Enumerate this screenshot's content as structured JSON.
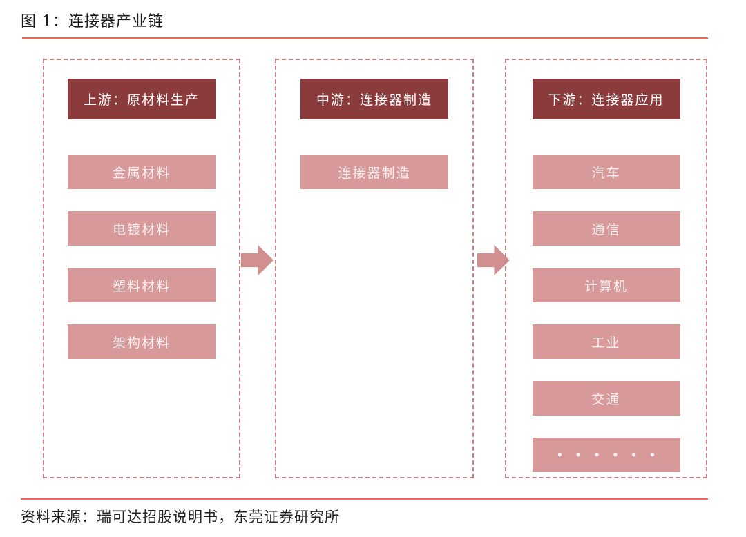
{
  "figure": {
    "title": "图 1：连接器产业链",
    "source": "资料来源：瑞可达招股说明书，东莞证券研究所"
  },
  "colors": {
    "accent-rule": "#EC6A55",
    "header-bg": "#8B3B3B",
    "item-bg": "#D79999",
    "arrow": "#D18F8F",
    "column-border": "#C98181",
    "box-text": "#F6EFEF",
    "text": "#1A1A1A"
  },
  "columns": [
    {
      "header": "上游：原材料生产",
      "items": [
        "金属材料",
        "电镀材料",
        "塑料材料",
        "架构材料"
      ]
    },
    {
      "header": "中游：连接器制造",
      "items": [
        "连接器制造"
      ]
    },
    {
      "header": "下游：连接器应用",
      "items": [
        "汽车",
        "通信",
        "计算机",
        "工业",
        "交通",
        "• • • • • •"
      ]
    }
  ],
  "arrows": [
    "right-arrow",
    "right-arrow"
  ]
}
